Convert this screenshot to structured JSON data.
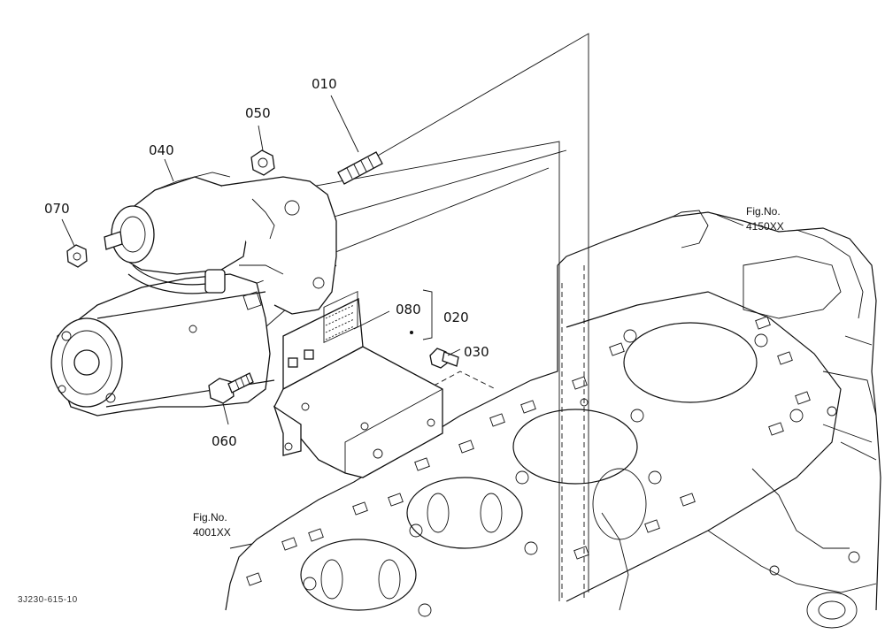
{
  "parts": [
    {
      "id": "p010",
      "number": "010"
    },
    {
      "id": "p020",
      "number": "020"
    },
    {
      "id": "p030",
      "number": "030"
    },
    {
      "id": "p040",
      "number": "040"
    },
    {
      "id": "p050",
      "number": "050"
    },
    {
      "id": "p060",
      "number": "060"
    },
    {
      "id": "p070",
      "number": "070"
    },
    {
      "id": "p080",
      "number": "080"
    }
  ],
  "figure_refs": [
    {
      "line1": "Fig.No.",
      "line2": "4150XX"
    },
    {
      "line1": "Fig.No.",
      "line2": "4001XX"
    }
  ],
  "diagram_code": "3J230-615-10"
}
